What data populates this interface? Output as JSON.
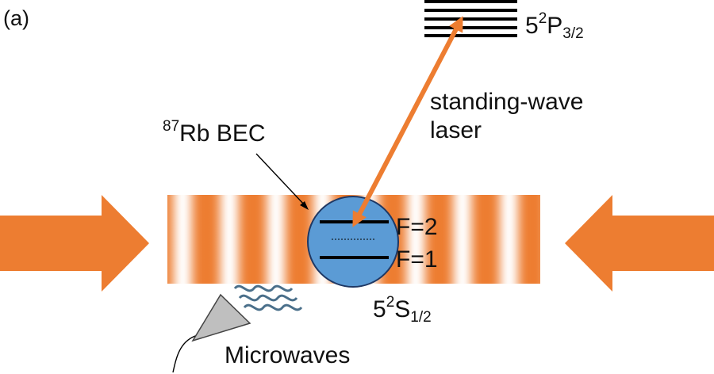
{
  "panel_label": "(a)",
  "upper_level": {
    "n_l": "5",
    "mult": "2",
    "letter": "P",
    "j": "3/2"
  },
  "laser_label": {
    "line1": "standing-wave",
    "line2": "laser"
  },
  "bec_label": {
    "isotope": "87",
    "rest": "Rb BEC"
  },
  "hyperfine": {
    "upper": "F=2",
    "lower": "F=1"
  },
  "ground_level": {
    "n_l": "5",
    "mult": "2",
    "letter": "S",
    "j": "1/2"
  },
  "microwave_label": "Microwaves",
  "colors": {
    "laser_orange": "#ED7D31",
    "bec_blue": "#5B9BD5",
    "bec_outline": "#1F3864",
    "antenna_gray": "#BFBFBF",
    "wave_blue": "#4A6F8A"
  }
}
